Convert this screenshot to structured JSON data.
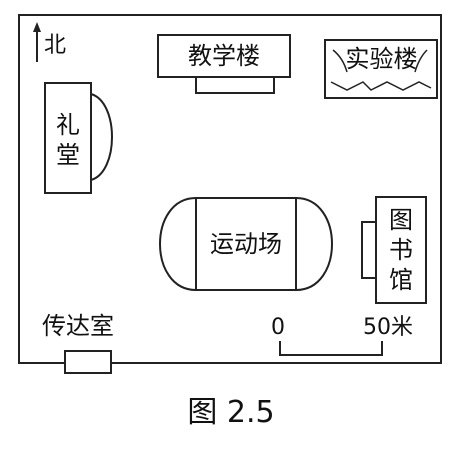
{
  "north_label": "北",
  "buildings": {
    "teaching_building": "教学楼",
    "lab_building": "实验楼",
    "auditorium": "礼堂",
    "sports_field": "运动场",
    "library": "图书馆",
    "guard_room": "传达室"
  },
  "scale_bar": {
    "start_label": "0",
    "end_label": "50米"
  },
  "caption": "图 2.5"
}
